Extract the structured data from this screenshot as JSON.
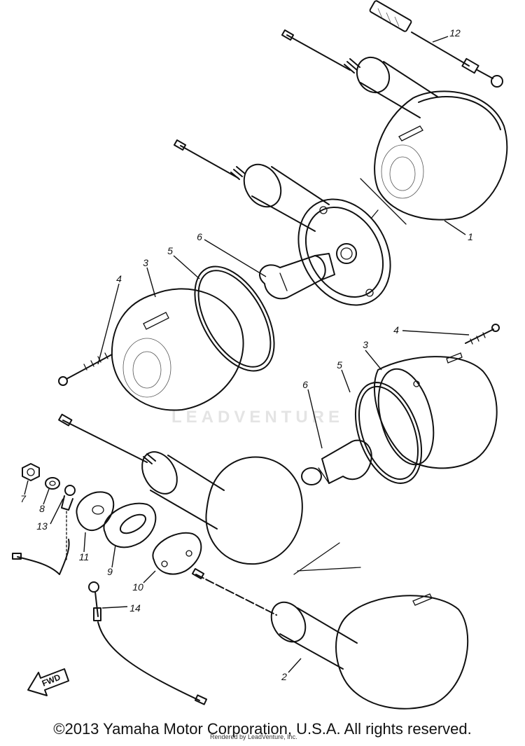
{
  "callouts": [
    {
      "id": "1",
      "label": "1"
    },
    {
      "id": "2",
      "label": "2"
    },
    {
      "id": "3a",
      "label": "3"
    },
    {
      "id": "3b",
      "label": "3"
    },
    {
      "id": "4a",
      "label": "4"
    },
    {
      "id": "4b",
      "label": "4"
    },
    {
      "id": "5a",
      "label": "5"
    },
    {
      "id": "5b",
      "label": "5"
    },
    {
      "id": "6a",
      "label": "6"
    },
    {
      "id": "6b",
      "label": "6"
    },
    {
      "id": "7",
      "label": "7"
    },
    {
      "id": "8",
      "label": "8"
    },
    {
      "id": "9",
      "label": "9"
    },
    {
      "id": "10",
      "label": "10"
    },
    {
      "id": "11",
      "label": "11"
    },
    {
      "id": "12",
      "label": "12"
    },
    {
      "id": "13",
      "label": "13"
    },
    {
      "id": "14",
      "label": "14"
    }
  ],
  "direction_arrow": {
    "label": "FWD"
  },
  "watermark": {
    "text": "LEADVENTURE"
  },
  "footer": {
    "copyright": "©2013 Yamaha Motor Corporation, U.S.A. All rights reserved.",
    "render_credit": "Rendered by LeadVenture, Inc."
  }
}
